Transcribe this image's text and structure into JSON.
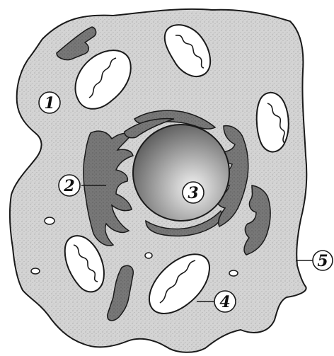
{
  "diagram": {
    "colors": {
      "cytoplasm": "#d4d4d4",
      "organelle_dark": "#777777",
      "mitochondria_fill": "#ffffff",
      "outline": "#1a1a1a",
      "nucleus_light": "#f2f2f2",
      "nucleus_dark": "#5a5a5a"
    },
    "labels": [
      {
        "id": "l1",
        "text": "1"
      },
      {
        "id": "l2",
        "text": "2"
      },
      {
        "id": "l3",
        "text": "3"
      },
      {
        "id": "l4",
        "text": "4"
      },
      {
        "id": "l5",
        "text": "5"
      }
    ]
  }
}
